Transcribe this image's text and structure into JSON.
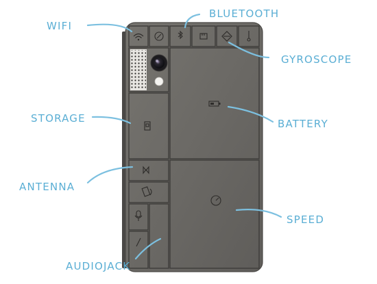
{
  "diagram": {
    "labels": {
      "wifi": "WIFI",
      "bluetooth": "BLUETOOTH",
      "gyroscope": "GYROSCOPE",
      "storage": "STORAGE",
      "battery": "BATTERY",
      "antenna": "ANTENNA",
      "speed": "SPEED",
      "audiojack": "AUDIOJACK"
    },
    "icons": [
      "wifi-icon",
      "compass-icon",
      "bluetooth-icon",
      "storage-card-icon",
      "gyroscope-icon",
      "thermometer-icon",
      "speaker-grille-icon",
      "camera-lens-icon",
      "flash-icon",
      "storage-chip-icon",
      "battery-icon",
      "antenna-icon",
      "rotate-phone-icon",
      "speed-gauge-icon",
      "microphone-icon",
      "audiojack-icon"
    ],
    "colors": {
      "label": "#5aaed4",
      "leader": "#7cc0e0",
      "phone_body": "#6d6b68",
      "module_line": "#3e3c3a"
    }
  }
}
